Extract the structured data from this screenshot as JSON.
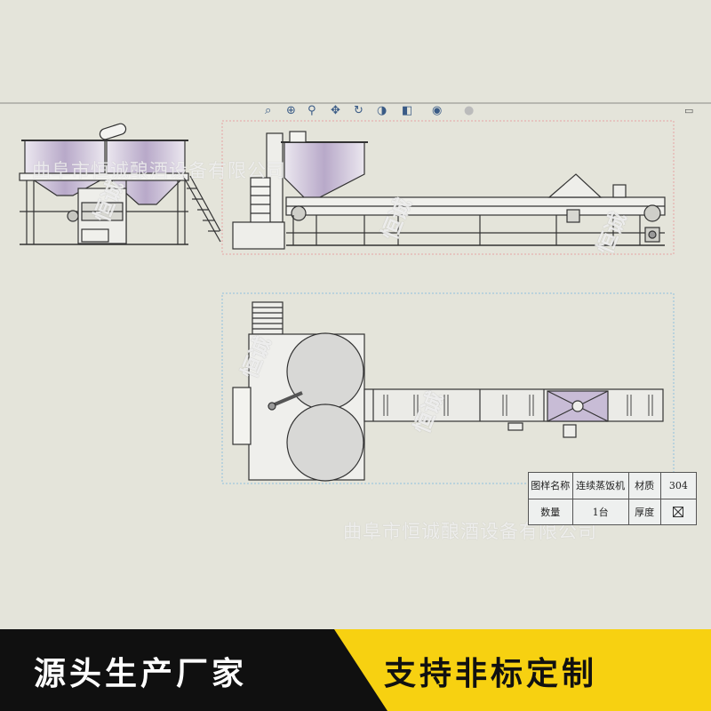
{
  "watermark_company": "曲阜市恒诚酿酒设备有限公司",
  "watermark_logo": "恒诚",
  "toolbar": {
    "icons": [
      "zoom-fit-icon",
      "zoom-area-icon",
      "zoom-icon",
      "pan-icon",
      "rotate-icon",
      "display-style-icon",
      "view-orientation-icon",
      "hide-show-icon",
      "scene-icon"
    ]
  },
  "title_block": {
    "drawing_name_label": "图样名称",
    "drawing_name_value": "连续蒸饭机",
    "material_label": "材质",
    "material_value": "304",
    "quantity_label": "数量",
    "quantity_value": "1台",
    "thickness_label": "厚度"
  },
  "banner": {
    "left_text": "源头生产厂家",
    "right_text": "支持非标定制"
  },
  "colors": {
    "background": "#e4e4da",
    "tank_fill": "#c8bcd6",
    "banner_dark": "#101010",
    "banner_yellow": "#f7d111"
  }
}
